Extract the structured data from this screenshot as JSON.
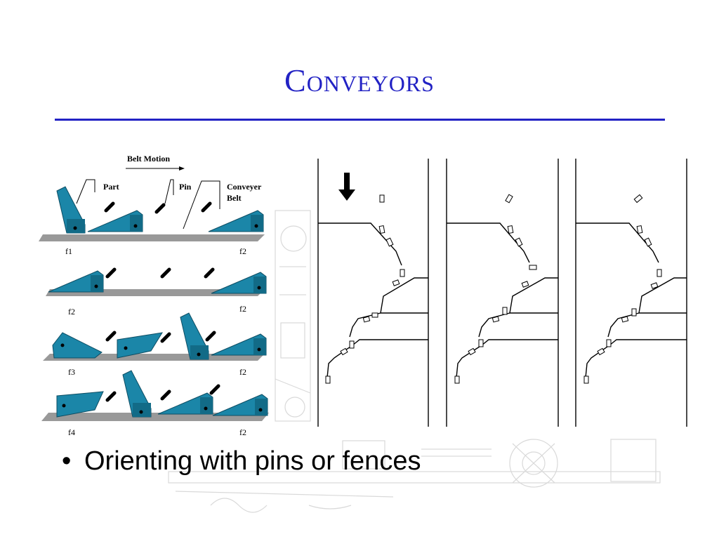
{
  "slide": {
    "title": "Conveyors",
    "bullet": "Orienting with pins or fences",
    "accent_color": "#2222c4"
  },
  "figure_left": {
    "labels": {
      "belt_motion": "Belt Motion",
      "part": "Part",
      "pin": "Pin",
      "conveyer": "Conveyer",
      "belt": "Belt"
    },
    "rows": [
      {
        "left": "f1",
        "right": "f2"
      },
      {
        "left": "f2",
        "right": "f2"
      },
      {
        "left": "f3",
        "right": "f2"
      },
      {
        "left": "f4",
        "right": "f2"
      }
    ],
    "part_color": "#1b86a8",
    "belt_color": "#999999"
  },
  "figure_right": {
    "panels": 3,
    "arrow_icon": "down-arrow-icon"
  }
}
